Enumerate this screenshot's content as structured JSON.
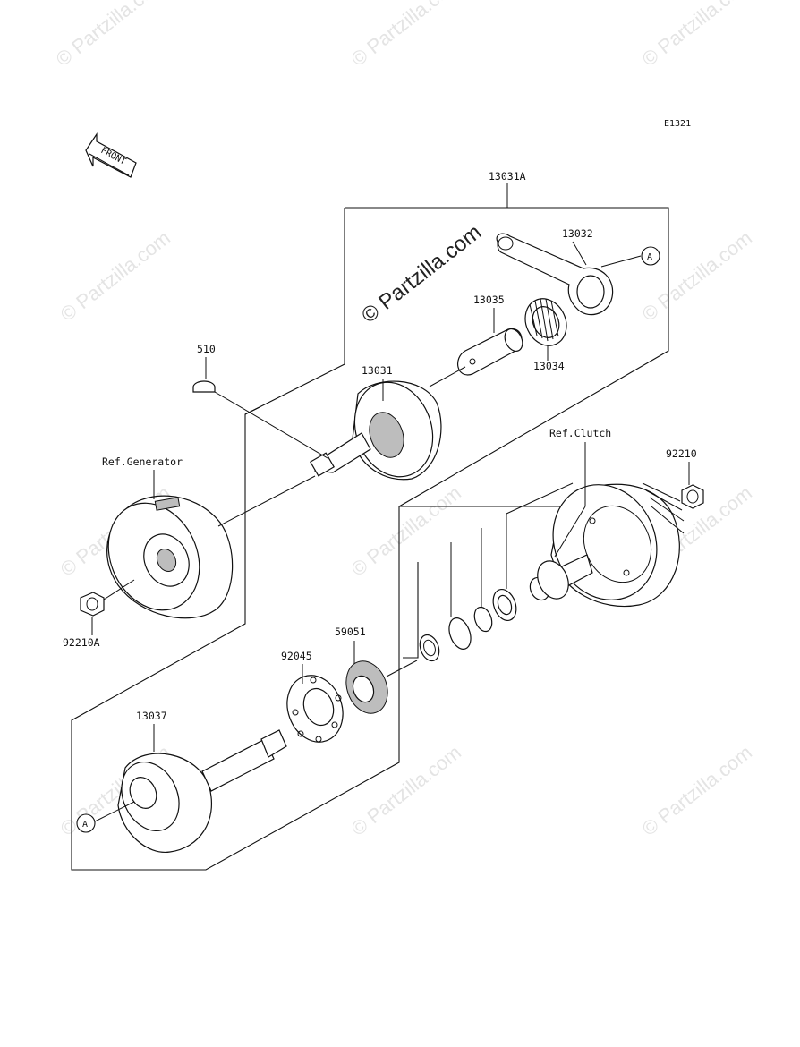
{
  "diagram": {
    "ref_code": "E1321",
    "front_label": "FRONT",
    "callouts": {
      "p13031A": "13031A",
      "p13032": "13032",
      "p13035": "13035",
      "p13034": "13034",
      "p13031": "13031",
      "p510": "510",
      "ref_generator": "Ref.Generator",
      "ref_clutch": "Ref.Clutch",
      "p92210": "92210",
      "p92210A": "92210A",
      "p92045": "92045",
      "p59051": "59051",
      "p13037": "13037",
      "marker_a_top": "A",
      "marker_a_bottom": "A"
    },
    "watermark": "© Partzilla.com"
  }
}
